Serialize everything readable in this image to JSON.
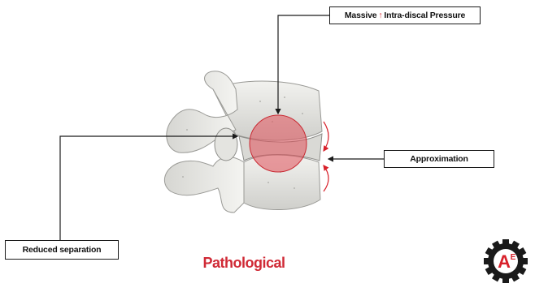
{
  "labels": {
    "pressure_left": "Massive",
    "pressure_arrow": "↑",
    "pressure_right": "Intra-discal Pressure",
    "approximation": "Approximation",
    "reduced_separation": "Reduced separation"
  },
  "caption": "Pathological",
  "logo": {
    "letter": "A",
    "superscript": "E",
    "icon": "gear-logo-icon"
  },
  "colors": {
    "highlight": "#e0505a",
    "accent_red": "#d8202a",
    "caption_red": "#d02a36",
    "bone": "#e9e9e6"
  }
}
